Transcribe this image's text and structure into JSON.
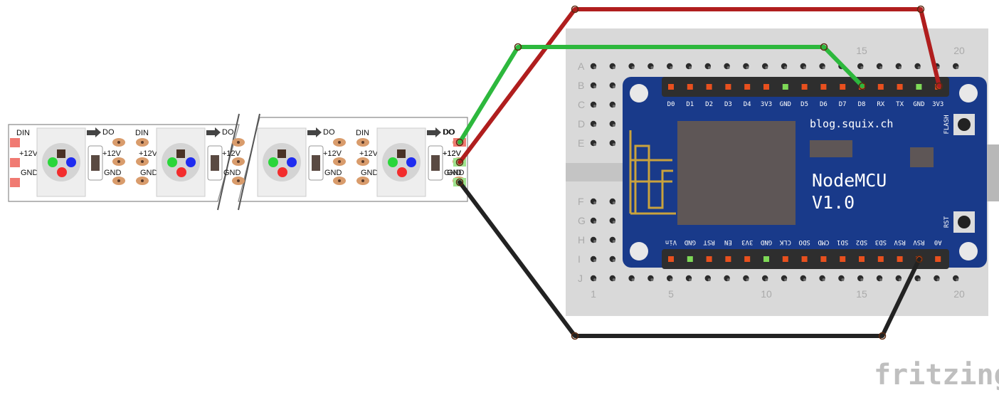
{
  "strip": {
    "leds": [
      {
        "din": "DIN",
        "do": "DO",
        "v12": "+12V",
        "gnd": "GND"
      },
      {
        "din": "DIN",
        "do": "DO",
        "v12": "+12V",
        "gnd": "GND"
      },
      {
        "din": "DIN",
        "do": "DO",
        "v12": "+12V",
        "gnd": "GND"
      },
      {
        "din": "DIN",
        "do": "DO",
        "v12": "+12V",
        "gnd": "GND"
      }
    ],
    "left_end": {
      "din": "DIN",
      "v12": "+12V",
      "gnd": "GND"
    },
    "right_end": {
      "do": "DO",
      "v12": "+12V",
      "gnd": "GND"
    }
  },
  "breadboard": {
    "rows_top": [
      "A",
      "B",
      "C",
      "D",
      "E"
    ],
    "rows_bottom": [
      "F",
      "G",
      "H",
      "I",
      "J"
    ],
    "col_numbers": [
      "1",
      "5",
      "10",
      "15",
      "20"
    ]
  },
  "nodemcu": {
    "site": "blog.squix.ch",
    "name_line1": "NodeMCU",
    "name_line2": "V1.0",
    "flash": "FLASH",
    "rst": "RST",
    "top_pins": [
      "D0",
      "D1",
      "D2",
      "D3",
      "D4",
      "3V3",
      "GND",
      "D5",
      "D6",
      "D7",
      "D8",
      "RX",
      "TX",
      "GND",
      "3V3"
    ],
    "bottom_pins": [
      "A0",
      "RSV",
      "RSV",
      "SD3",
      "SD2",
      "SD1",
      "CMD",
      "SDO",
      "CLK",
      "GND",
      "3V3",
      "EN",
      "RST",
      "GND",
      "Vin"
    ]
  },
  "wires": {
    "red": "#b01e1e",
    "green": "#2db83d",
    "black": "#222222"
  },
  "logo": "fritzing"
}
